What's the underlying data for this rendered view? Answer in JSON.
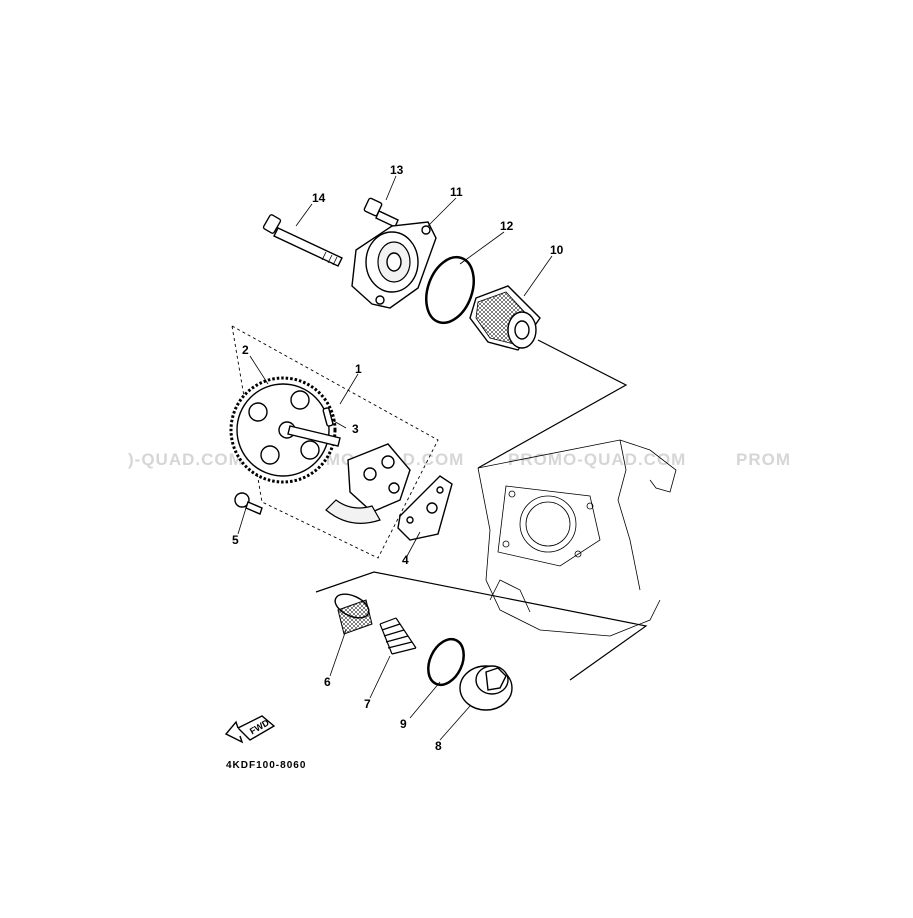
{
  "watermark": {
    "text_1": ")-QUAD.COM",
    "text_2": "PROMO-QUAD.COM",
    "text_3": "PROMO-QUAD.COM",
    "text_4": "PROM"
  },
  "diagram_code": "4KDF100-8060",
  "fwd_label": "FWD",
  "callouts": {
    "c1": "1",
    "c2": "2",
    "c3": "3",
    "c4": "4",
    "c5": "5",
    "c6": "6",
    "c7": "7",
    "c8": "8",
    "c9": "9",
    "c10": "10",
    "c11": "11",
    "c12": "12",
    "c13": "13",
    "c14": "14"
  }
}
